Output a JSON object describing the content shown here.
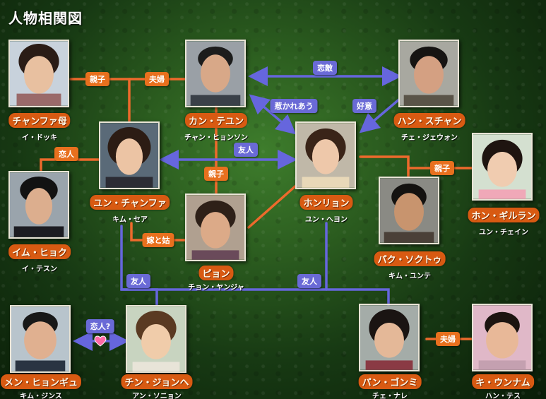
{
  "title": "人物相関図",
  "colors": {
    "family_line": "#ee6a2c",
    "friend_line": "#6666dd",
    "name_bg": "#d85a12"
  },
  "characters": {
    "chanfa_mother": {
      "name": "チャンファ母",
      "actor": "イ・ドッキ"
    },
    "kang": {
      "name": "カン・テユン",
      "actor": "チャン・ヒョンソン"
    },
    "han": {
      "name": "ハン・スチャン",
      "actor": "チェ・ジェウォン"
    },
    "chanfa": {
      "name": "ユン・チャンファ",
      "actor": "キム・セア"
    },
    "honryon": {
      "name": "ホンリョン",
      "actor": "ユン・ヘヨン"
    },
    "girlan": {
      "name": "ホン・ギルラン",
      "actor": "ユン・チェイン"
    },
    "hyoku": {
      "name": "イム・ヒョク",
      "actor": "イ・テスン"
    },
    "pyon": {
      "name": "ピョン",
      "actor": "チョン・ヤンジャ"
    },
    "sokutou": {
      "name": "パク・ソクトゥ",
      "actor": "キム・ユンテ"
    },
    "hyongyu": {
      "name": "メン・ヒョンギュ",
      "actor": "キム・ジンス"
    },
    "jonhe": {
      "name": "チン・ジョンヘ",
      "actor": "アン・ソニョン"
    },
    "gonmi": {
      "name": "パン・ゴンミ",
      "actor": "チェ・ナレ"
    },
    "unnam": {
      "name": "キ・ウンナム",
      "actor": "ハン・テス"
    }
  },
  "relations": {
    "oyako_1": "親子",
    "fuufu_1": "夫婦",
    "tekitai": "恋敵",
    "hikare": "惹かれあう",
    "kouki": "好意",
    "koibito": "恋人",
    "yuujin_1": "友人",
    "oyako_2": "親子",
    "oyako_3": "親子",
    "yometo": "嫁と姑",
    "yuujin_2": "友人",
    "yuujin_3": "友人",
    "koibito_q": "恋人?",
    "fuufu_2": "夫婦"
  }
}
